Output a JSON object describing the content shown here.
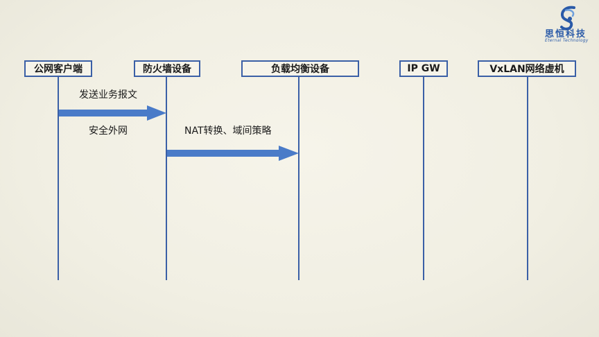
{
  "brand": {
    "name": "思恒科技",
    "subtitle": "Eternal Technology"
  },
  "lanes": [
    {
      "id": "client",
      "label": "公网客户端"
    },
    {
      "id": "firewall",
      "label": "防火墙设备"
    },
    {
      "id": "lb",
      "label": "负载均衡设备"
    },
    {
      "id": "ipgw",
      "label": "IP GW"
    },
    {
      "id": "vm",
      "label": "VxLAN网络虚机"
    }
  ],
  "messages": [
    {
      "from": "client",
      "to": "firewall",
      "label_above": "发送业务报文",
      "label_below": "安全外网"
    },
    {
      "from": "firewall",
      "to": "lb",
      "label_above": "NAT转换、域间策略",
      "label_below": ""
    }
  ],
  "colors": {
    "accent": "#3a5fa6",
    "arrow": "#4a7bc8",
    "background": "#f3f1e6",
    "brand": "#2a5aa8"
  }
}
